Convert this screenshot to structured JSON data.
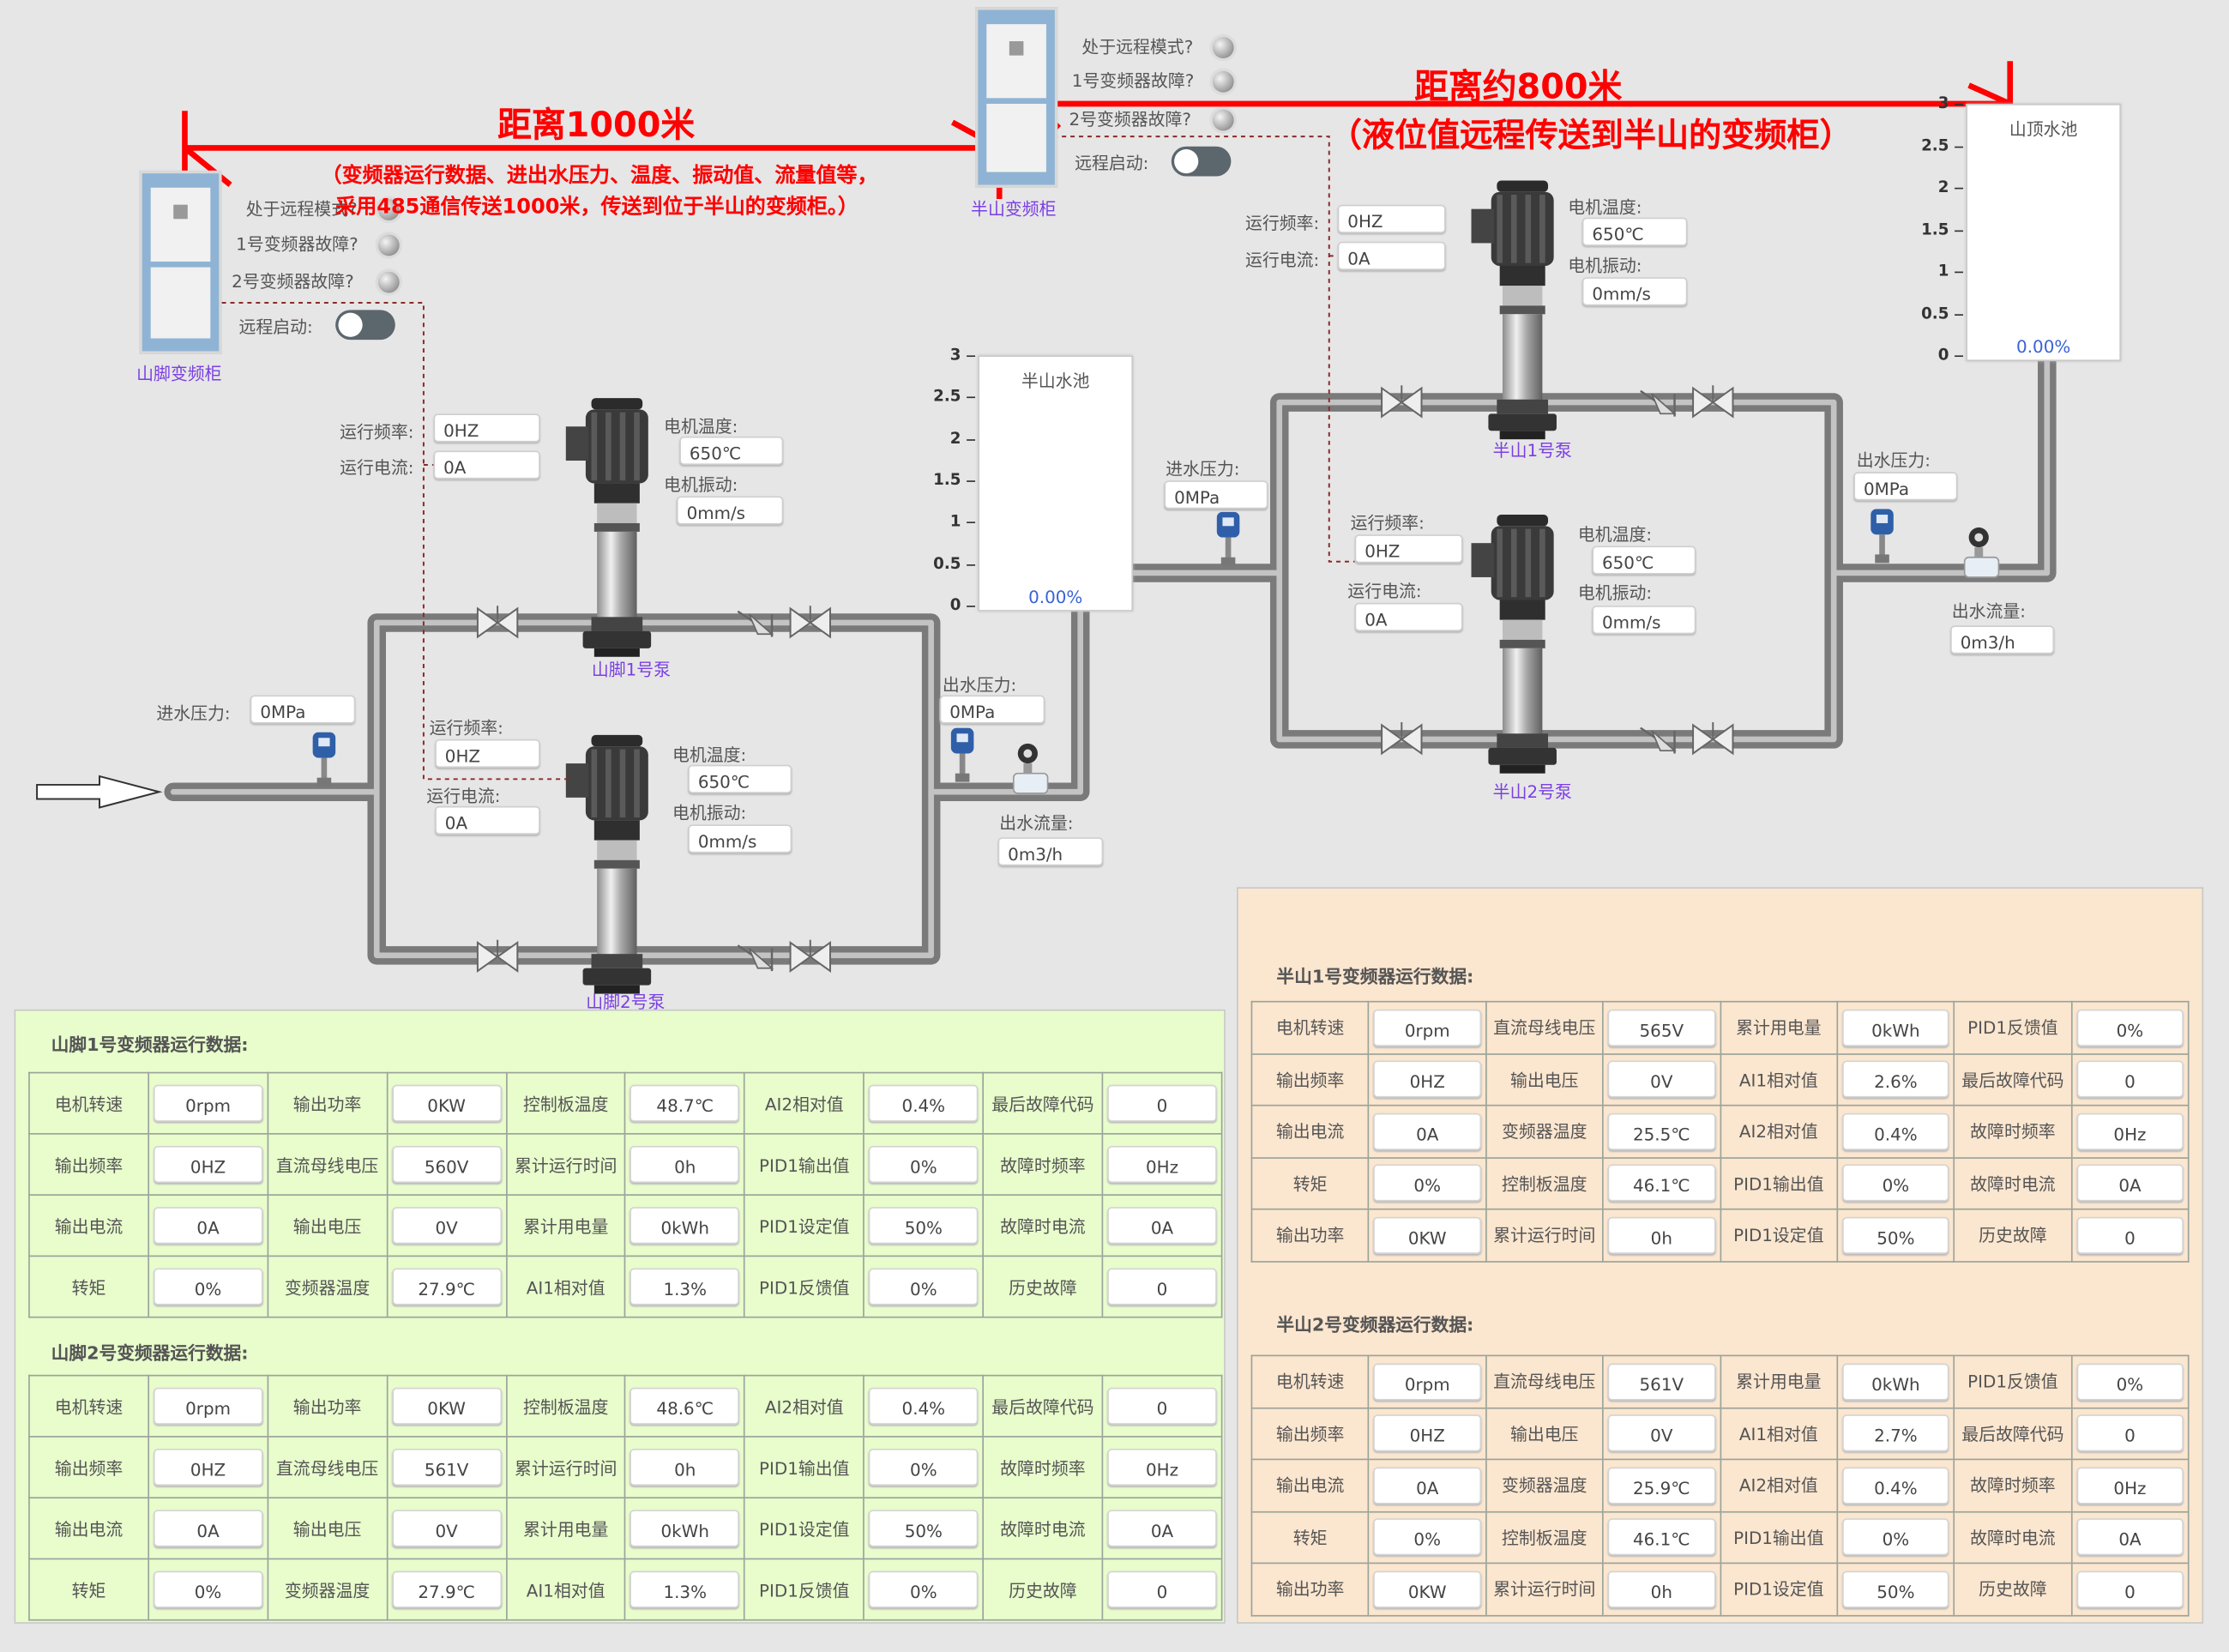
{
  "colors": {
    "accent_red": "#ff0000",
    "label_purple": "#7b3fe4",
    "panel_green": "#e8fccc",
    "panel_orange": "#fbe6cf",
    "pipe": "#8a8a8a",
    "signal_line": "#8b2a2a",
    "tank_percent": "#3a62d6"
  },
  "annotations": {
    "distance_left": "距离1000米",
    "note_line1": "（变频器运行数据、进出水压力、温度、振动值、流量值等，",
    "note_line2": "采用485通信传送1000米，传送到位于半山的变频柜。）",
    "distance_right": "距离约800米",
    "note_right": "（液位值远程传送到半山的变频柜）"
  },
  "cabinets": {
    "foot": {
      "name": "山脚变频柜",
      "remote_mode": "处于远程模式?",
      "fault1": "1号变频器故障?",
      "fault2": "2号变频器故障?",
      "remote_start": "远程启动:",
      "remote_start_on": false
    },
    "mid": {
      "name": "半山变频柜",
      "remote_mode": "处于远程模式?",
      "fault1": "1号变频器故障?",
      "fault2": "2号变频器故障?",
      "remote_start": "远程启动:",
      "remote_start_on": false
    }
  },
  "labels": {
    "freq": "运行频率:",
    "current": "运行电流:",
    "motor_temp": "电机温度:",
    "motor_vib": "电机振动:",
    "in_pressure": "进水压力:",
    "out_pressure": "出水压力:",
    "out_flow": "出水流量:"
  },
  "pumps": {
    "foot1": {
      "name": "山脚1号泵",
      "freq": "0HZ",
      "current": "0A",
      "temp": "650℃",
      "vib": "0mm/s"
    },
    "foot2": {
      "name": "山脚2号泵",
      "freq": "0HZ",
      "current": "0A",
      "temp": "650℃",
      "vib": "0mm/s"
    },
    "mid1": {
      "name": "半山1号泵",
      "freq": "0HZ",
      "current": "0A",
      "temp": "650℃",
      "vib": "0mm/s"
    },
    "mid2": {
      "name": "半山2号泵",
      "freq": "0HZ",
      "current": "0A",
      "temp": "650℃",
      "vib": "0mm/s"
    }
  },
  "foot_station": {
    "in_pressure": "0MPa",
    "out_pressure": "0MPa",
    "out_flow": "0m3/h"
  },
  "mid_station": {
    "in_pressure": "0MPa",
    "out_pressure": "0MPa",
    "out_flow": "0m3/h"
  },
  "tanks": {
    "mid": {
      "name": "半山水池",
      "percent": "0.00%",
      "level_fraction": 0,
      "axis": [
        "3",
        "2.5",
        "2",
        "1.5",
        "1",
        "0.5",
        "0"
      ]
    },
    "top": {
      "name": "山顶水池",
      "percent": "0.00%",
      "level_fraction": 0,
      "axis": [
        "3",
        "2.5",
        "2",
        "1.5",
        "1",
        "0.5",
        "0"
      ]
    }
  },
  "tables": {
    "foot1": {
      "title": "山脚1号变频器运行数据:",
      "rows": [
        [
          [
            "电机转速",
            "0rpm"
          ],
          [
            "输出功率",
            "0KW"
          ],
          [
            "控制板温度",
            "48.7℃"
          ],
          [
            "AI2相对值",
            "0.4%"
          ],
          [
            "最后故障代码",
            "0"
          ]
        ],
        [
          [
            "输出频率",
            "0HZ"
          ],
          [
            "直流母线电压",
            "560V"
          ],
          [
            "累计运行时间",
            "0h"
          ],
          [
            "PID1输出值",
            "0%"
          ],
          [
            "故障时频率",
            "0Hz"
          ]
        ],
        [
          [
            "输出电流",
            "0A"
          ],
          [
            "输出电压",
            "0V"
          ],
          [
            "累计用电量",
            "0kWh"
          ],
          [
            "PID1设定值",
            "50%"
          ],
          [
            "故障时电流",
            "0A"
          ]
        ],
        [
          [
            "转矩",
            "0%"
          ],
          [
            "变频器温度",
            "27.9℃"
          ],
          [
            "AI1相对值",
            "1.3%"
          ],
          [
            "PID1反馈值",
            "0%"
          ],
          [
            "历史故障",
            "0"
          ]
        ]
      ]
    },
    "foot2": {
      "title": "山脚2号变频器运行数据:",
      "rows": [
        [
          [
            "电机转速",
            "0rpm"
          ],
          [
            "输出功率",
            "0KW"
          ],
          [
            "控制板温度",
            "48.6℃"
          ],
          [
            "AI2相对值",
            "0.4%"
          ],
          [
            "最后故障代码",
            "0"
          ]
        ],
        [
          [
            "输出频率",
            "0HZ"
          ],
          [
            "直流母线电压",
            "561V"
          ],
          [
            "累计运行时间",
            "0h"
          ],
          [
            "PID1输出值",
            "0%"
          ],
          [
            "故障时频率",
            "0Hz"
          ]
        ],
        [
          [
            "输出电流",
            "0A"
          ],
          [
            "输出电压",
            "0V"
          ],
          [
            "累计用电量",
            "0kWh"
          ],
          [
            "PID1设定值",
            "50%"
          ],
          [
            "故障时电流",
            "0A"
          ]
        ],
        [
          [
            "转矩",
            "0%"
          ],
          [
            "变频器温度",
            "27.9℃"
          ],
          [
            "AI1相对值",
            "1.3%"
          ],
          [
            "PID1反馈值",
            "0%"
          ],
          [
            "历史故障",
            "0"
          ]
        ]
      ]
    },
    "mid1": {
      "title": "半山1号变频器运行数据:",
      "rows": [
        [
          [
            "电机转速",
            "0rpm"
          ],
          [
            "直流母线电压",
            "565V"
          ],
          [
            "累计用电量",
            "0kWh"
          ],
          [
            "PID1反馈值",
            "0%"
          ]
        ],
        [
          [
            "输出频率",
            "0HZ"
          ],
          [
            "输出电压",
            "0V"
          ],
          [
            "AI1相对值",
            "2.6%"
          ],
          [
            "最后故障代码",
            "0"
          ]
        ],
        [
          [
            "输出电流",
            "0A"
          ],
          [
            "变频器温度",
            "25.5℃"
          ],
          [
            "AI2相对值",
            "0.4%"
          ],
          [
            "故障时频率",
            "0Hz"
          ]
        ],
        [
          [
            "转矩",
            "0%"
          ],
          [
            "控制板温度",
            "46.1℃"
          ],
          [
            "PID1输出值",
            "0%"
          ],
          [
            "故障时电流",
            "0A"
          ]
        ],
        [
          [
            "输出功率",
            "0KW"
          ],
          [
            "累计运行时间",
            "0h"
          ],
          [
            "PID1设定值",
            "50%"
          ],
          [
            "历史故障",
            "0"
          ]
        ]
      ]
    },
    "mid2": {
      "title": "半山2号变频器运行数据:",
      "rows": [
        [
          [
            "电机转速",
            "0rpm"
          ],
          [
            "直流母线电压",
            "561V"
          ],
          [
            "累计用电量",
            "0kWh"
          ],
          [
            "PID1反馈值",
            "0%"
          ]
        ],
        [
          [
            "输出频率",
            "0HZ"
          ],
          [
            "输出电压",
            "0V"
          ],
          [
            "AI1相对值",
            "2.7%"
          ],
          [
            "最后故障代码",
            "0"
          ]
        ],
        [
          [
            "输出电流",
            "0A"
          ],
          [
            "变频器温度",
            "25.9℃"
          ],
          [
            "AI2相对值",
            "0.4%"
          ],
          [
            "故障时频率",
            "0Hz"
          ]
        ],
        [
          [
            "转矩",
            "0%"
          ],
          [
            "控制板温度",
            "46.1℃"
          ],
          [
            "PID1输出值",
            "0%"
          ],
          [
            "故障时电流",
            "0A"
          ]
        ],
        [
          [
            "输出功率",
            "0KW"
          ],
          [
            "累计运行时间",
            "0h"
          ],
          [
            "PID1设定值",
            "50%"
          ],
          [
            "历史故障",
            "0"
          ]
        ]
      ]
    }
  }
}
